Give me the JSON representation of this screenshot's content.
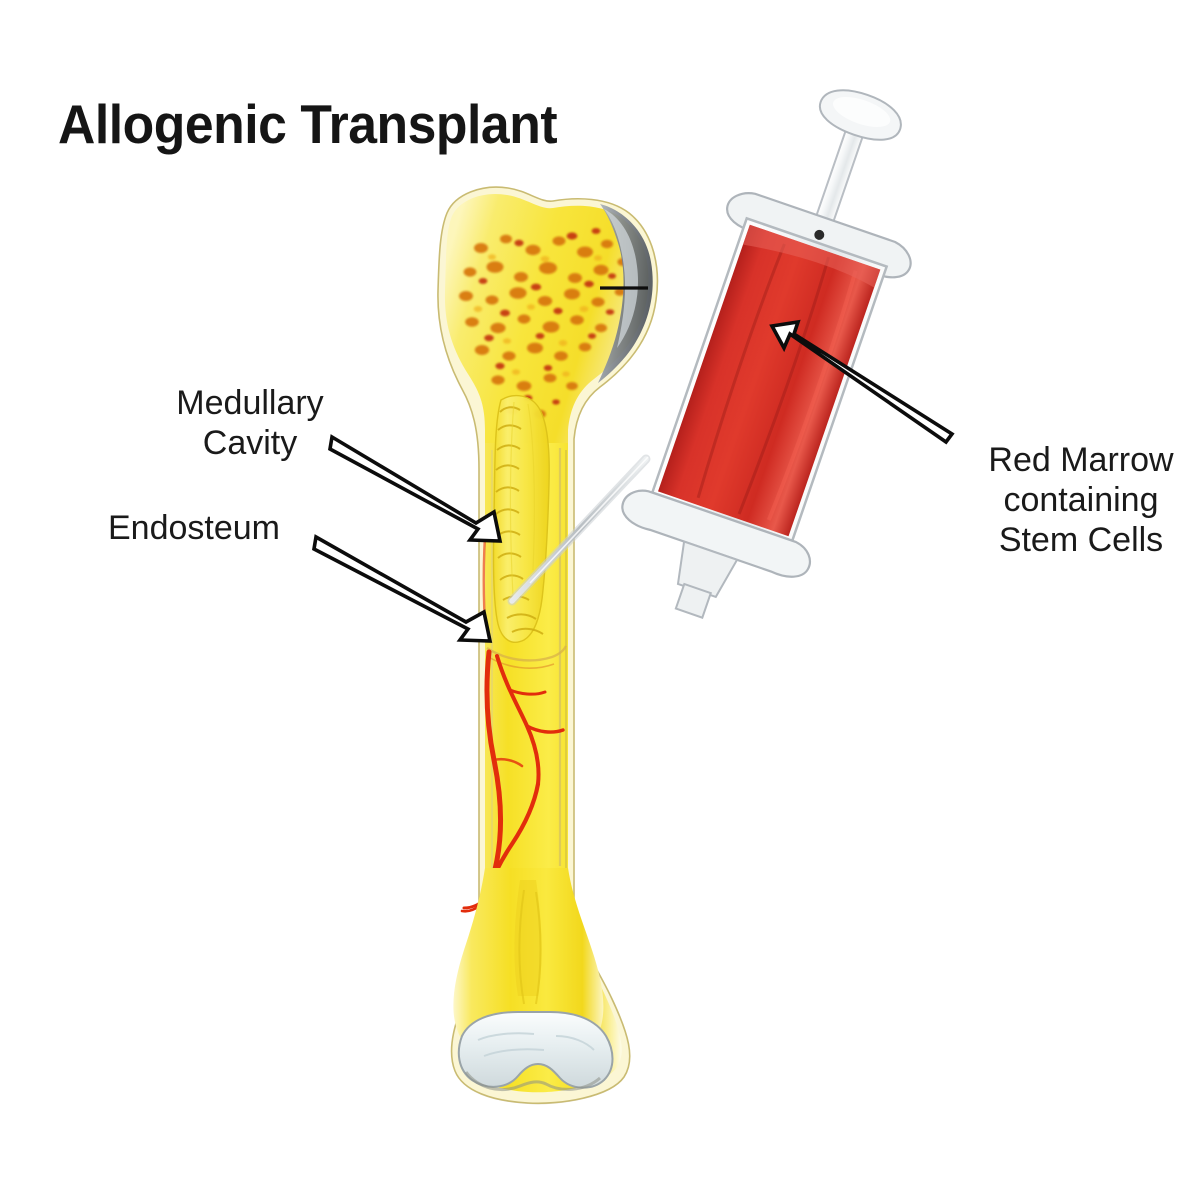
{
  "figure": {
    "title": "Allogenic Transplant",
    "subject": "bone-marrow-stem-cell-transplant-diagram"
  },
  "labels": {
    "medullary_cavity": "Medullary\nCavity",
    "endosteum": "Endosteum",
    "red_marrow": "Red Marrow\ncontaining\nStem Cells"
  },
  "colors": {
    "title_text": "#151515",
    "label_text": "#1a1a1a",
    "bone_yellow": "#f7e02c",
    "bone_yellow_light": "#fdf4a8",
    "bone_cortex": "#fcf8dd",
    "trabecular_orange": "#e07a12",
    "trabecular_red": "#cc3a0e",
    "cartilage_gray": "#8b9099",
    "cartilage_white": "#eef3f4",
    "blood_vessel_red": "#e02a0c",
    "marrow_red": "#d32b22",
    "marrow_red_dark": "#a81c18",
    "syringe_glass": "#f2f4f5",
    "syringe_outline": "#b9bec4",
    "leader_outline": "#111111",
    "leader_fill": "#ffffff",
    "background": "#ffffff"
  },
  "parts": {
    "bone": "femur-cross-section",
    "syringe": "marrow-aspiration-syringe",
    "needle": "syringe-needle",
    "plunger": "syringe-plunger",
    "barrel": "syringe-barrel-red-marrow",
    "epiphysis": "proximal-epiphysis-spongy-bone",
    "diaphysis": "bone-shaft",
    "distal": "distal-condyles-cartilage",
    "vessels": "nutrient-blood-vessels"
  },
  "leaders": {
    "medullary": "arrow-pointing-right-to-medullary-cavity",
    "endosteum": "arrow-pointing-right-to-endosteum",
    "red_marrow": "arrow-pointing-upleft-to-syringe-barrel",
    "cartilage_tick": "small-tick-to-cartilage-rim"
  }
}
